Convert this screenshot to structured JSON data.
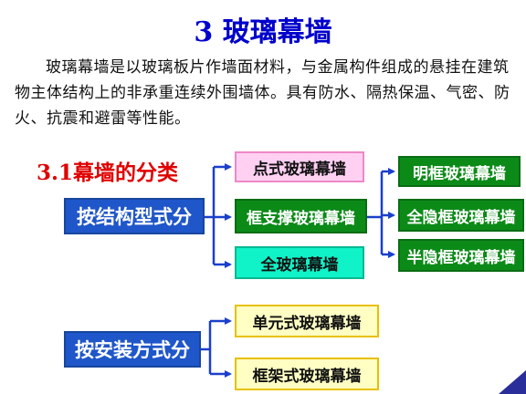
{
  "title": "3  玻璃幕墙",
  "intro": "玻璃幕墙是以玻璃板片作墙面材料，与金属构件组成的悬挂在建筑物主体结构上的非承重连续外围墙体。具有防水、隔热保温、气密、防火、抗震和避雷等性能。",
  "section_title": "3.1幕墙的分类",
  "classification": {
    "by_structure": {
      "label": "按结构型式分",
      "types": [
        "点式玻璃幕墙",
        "框支撑玻璃幕墙",
        "全玻璃幕墙"
      ],
      "frame_subtypes": [
        "明框玻璃幕墙",
        "全隐框玻璃幕墙",
        "半隐框玻璃幕墙"
      ]
    },
    "by_installation": {
      "label": "按安装方式分",
      "types": [
        "单元式玻璃幕墙",
        "框架式玻璃幕墙"
      ]
    }
  },
  "colors": {
    "title": "#0000cc",
    "section_title": "#e00000",
    "category_box": "#1f56c9",
    "point_box": "#ffd0f2",
    "frame_box": "#0c8a18",
    "full_glass_box": "#10f2c8",
    "install_box": "#ffffc4",
    "connector": "#1a3fcc"
  }
}
